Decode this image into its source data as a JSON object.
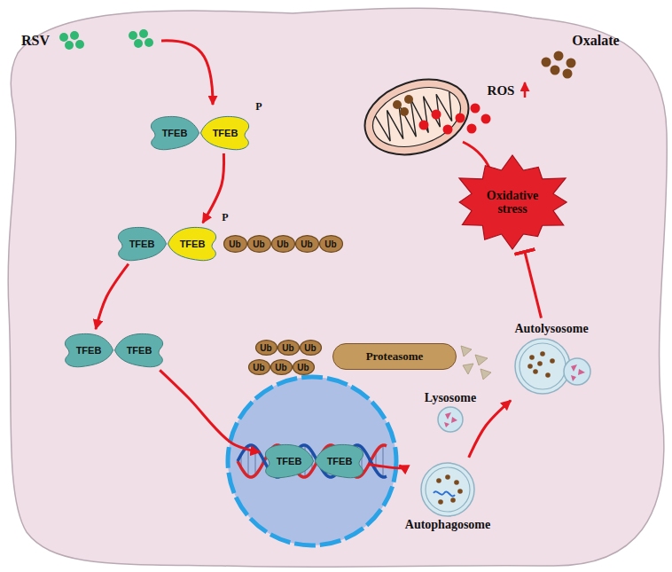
{
  "diagram": {
    "nodes": [
      {
        "text": [
          "TFEB"
        ]
      },
      {
        "text": [
          "TFEB"
        ]
      },
      {
        "text": [
          "TFEB"
        ]
      },
      {
        "text": [
          "TFEB"
        ]
      },
      {
        "text": [
          "Ub"
        ]
      },
      {
        "text": [
          "Ub"
        ]
      },
      {
        "text": [
          "Ub"
        ]
      },
      {
        "text": [
          "Ub"
        ]
      },
      {
        "text": [
          "Ub"
        ]
      },
      {
        "text": [
          "Ub"
        ]
      },
      {
        "text": [
          "Ub"
        ]
      },
      {
        "text": [
          "Ub"
        ]
      },
      {
        "text": [
          "Proteasome"
        ]
      },
      {
        "text": [
          "Ub"
        ]
      },
      {
        "text": [
          "Ub"
        ]
      },
      {
        "text": [
          "Ub"
        ]
      },
      {
        "text": [
          "TFEB"
        ]
      },
      {
        "text": [
          "TFEB"
        ]
      },
      {
        "text": [
          "TFEB"
        ]
      },
      {
        "text": [
          "TFEB"
        ]
      },
      {
        "text": [
          "Oxidative stress"
        ]
      },
      {
        "text": [
          "Lysosome"
        ]
      },
      {
        "text": [
          "Autophagosome"
        ]
      },
      {
        "text": [
          "Autolysosome"
        ]
      }
    ],
    "edges": [
      {
        "from": 1,
        "to": 3,
        "arrow": "to"
      },
      {
        "from": 2,
        "to": 16,
        "arrow": "to"
      },
      {
        "from": 17,
        "to": 18,
        "arrow": "to"
      },
      {
        "from": 19,
        "to": 22,
        "arrow": "to"
      },
      {
        "from": 22,
        "to": 23,
        "arrow": "to"
      },
      {
        "from": 23,
        "to": 20,
        "arrow": "to"
      }
    ],
    "labels": [
      "RSV",
      "Oxalate",
      "ROS",
      "P",
      "P"
    ]
  }
}
